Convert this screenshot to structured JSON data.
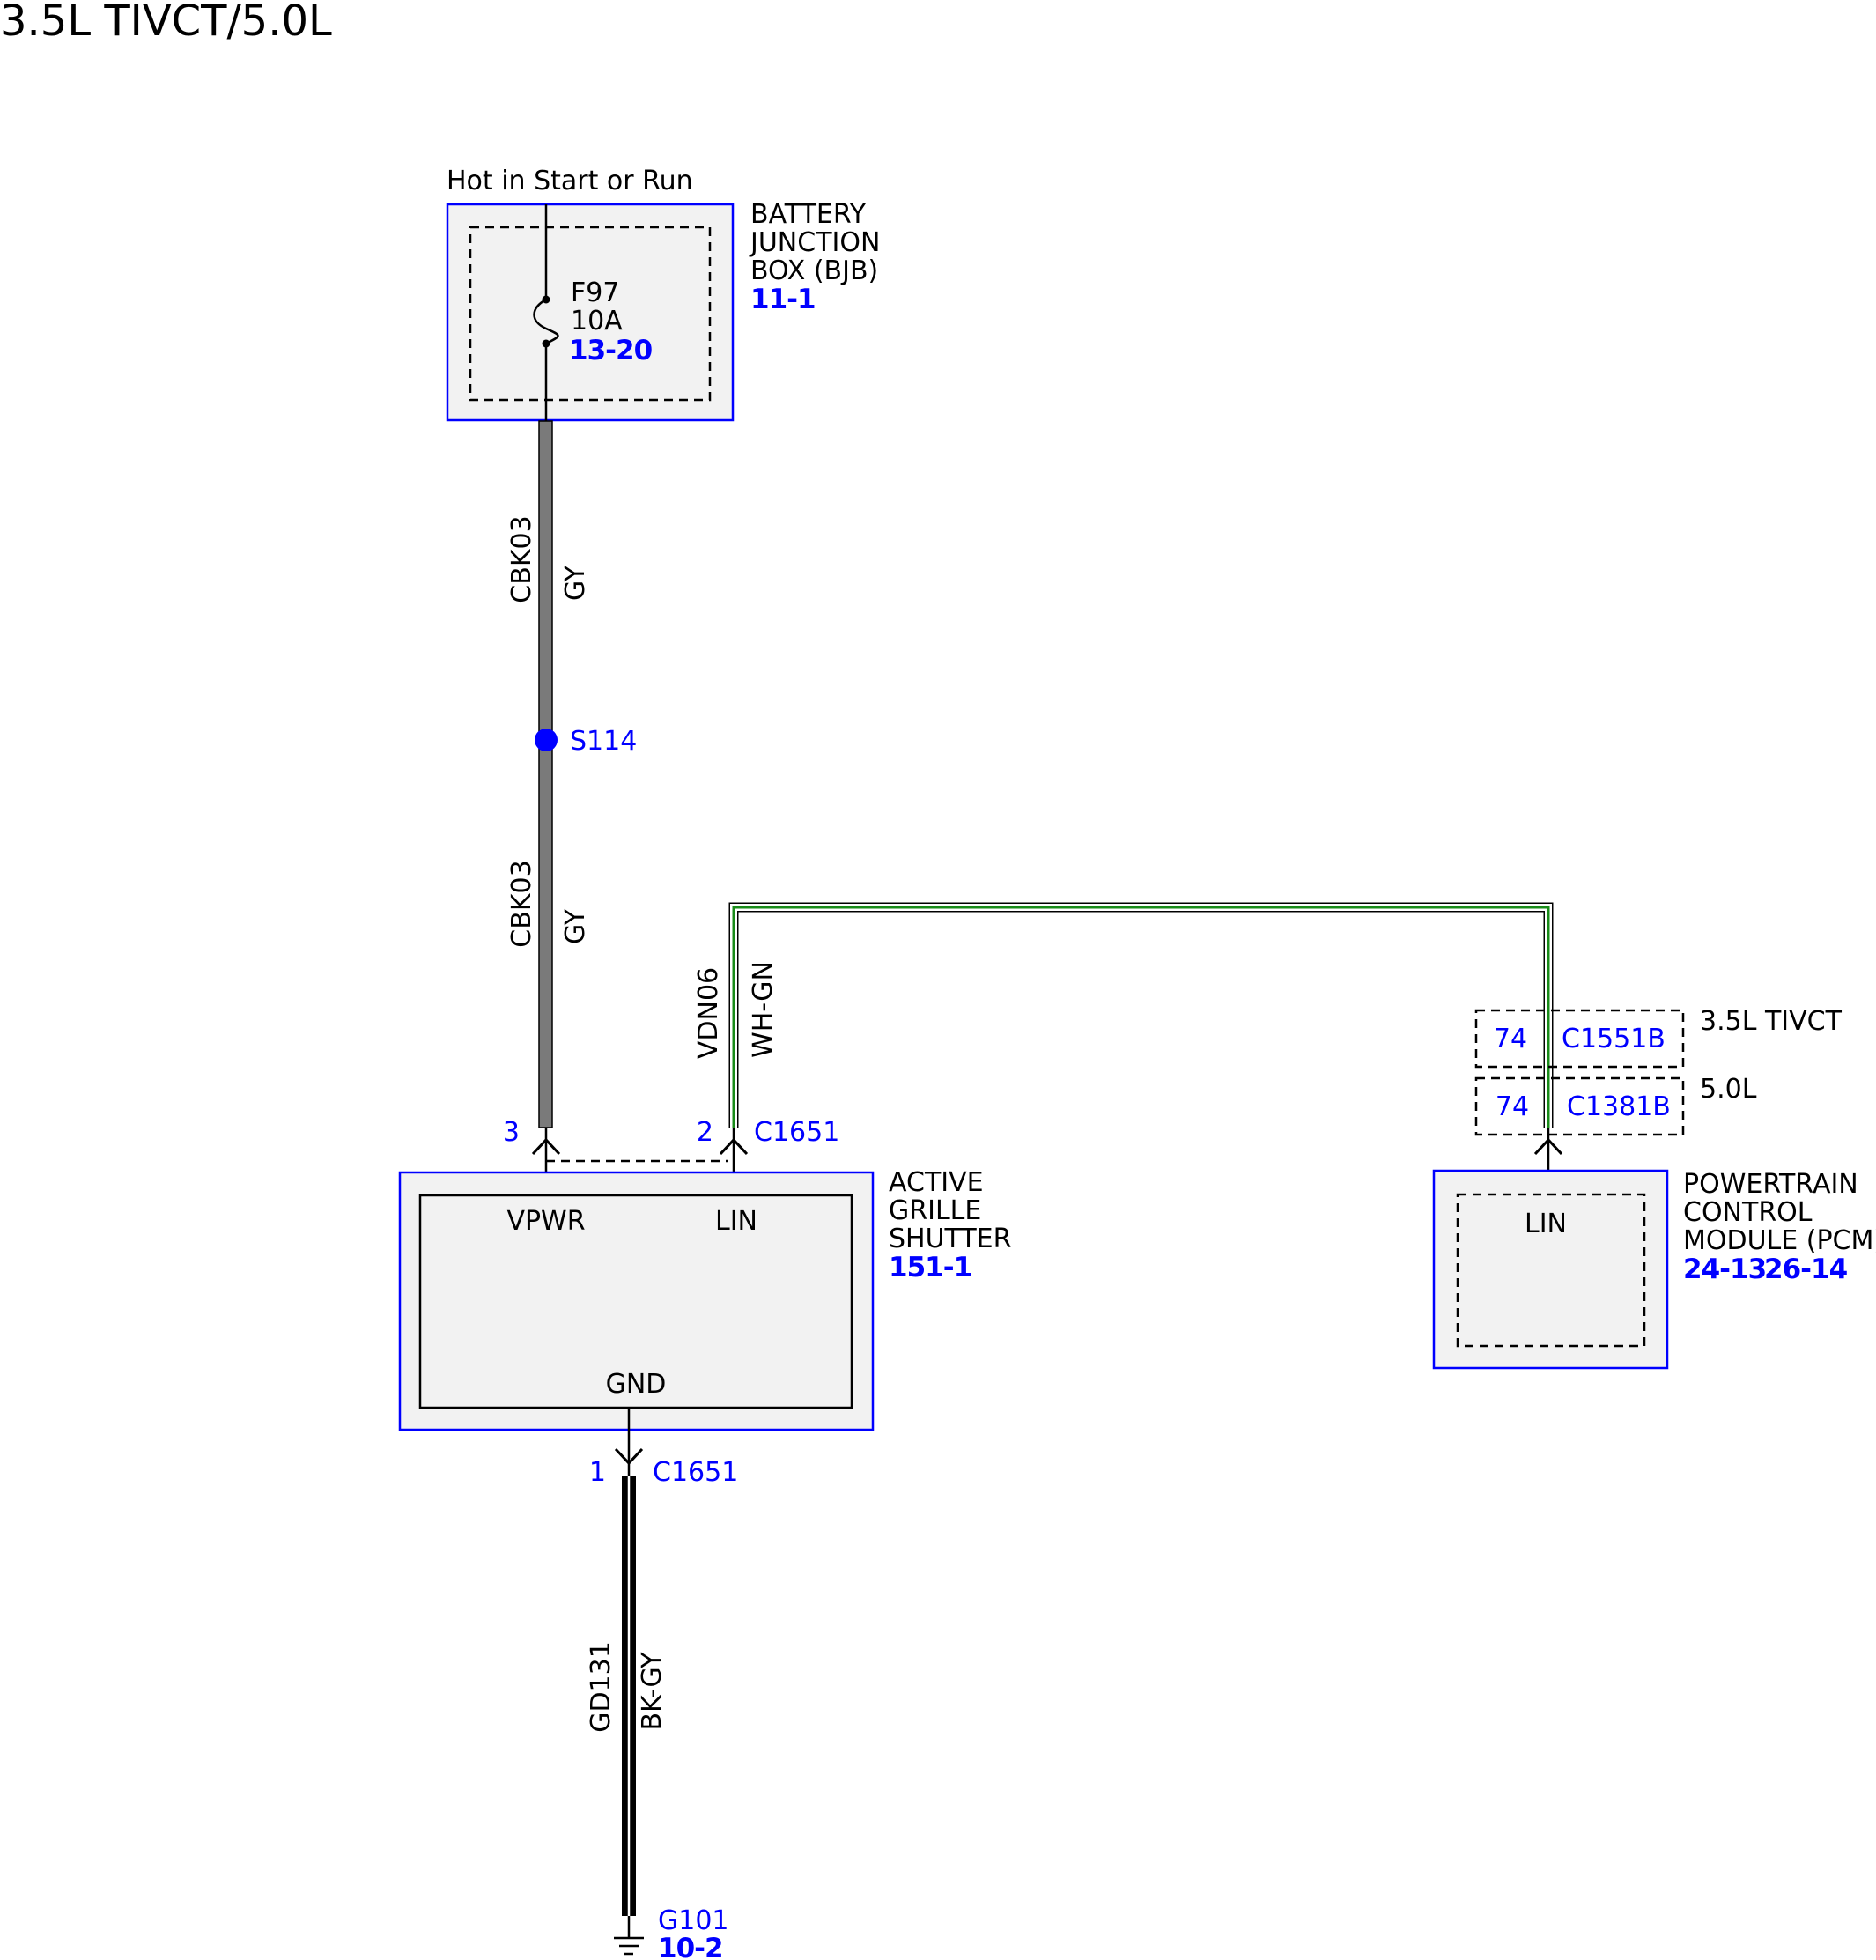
{
  "page": {
    "title": "3.5L TIVCT/5.0L"
  },
  "colors": {
    "accent": "#0000ff",
    "module_fill": "#f2f2f2",
    "wire_gy": "#7a7a7a",
    "wire_green": "#1a8c1a",
    "wire_white": "#ffffff",
    "wire_black": "#000000"
  },
  "power_source": {
    "label": "Hot in Start or Run"
  },
  "bjb": {
    "name_line1": "BATTERY",
    "name_line2": "JUNCTION",
    "name_line3": "BOX (BJB)",
    "ref": "11-1",
    "fuse": {
      "id": "F97",
      "rating": "10A",
      "ref": "13-20",
      "icon": "fuse-icon"
    }
  },
  "wires": {
    "upper": {
      "circuit": "CBK03",
      "color": "GY"
    },
    "lower": {
      "circuit": "CBK03",
      "color": "GY"
    },
    "lin": {
      "circuit": "VDN06",
      "color": "WH-GN"
    },
    "ground": {
      "circuit": "GD131",
      "color": "BK-GY"
    }
  },
  "splice": {
    "id": "S114"
  },
  "ags_connector": {
    "pin_vpwr": "3",
    "pin_lin": "2",
    "connector": "C1651"
  },
  "ags": {
    "name_line1": "ACTIVE",
    "name_line2": "GRILLE",
    "name_line3": "SHUTTER",
    "ref": "151-1",
    "pin_vpwr_label": "VPWR",
    "pin_lin_label": "LIN",
    "pin_gnd_label": "GND"
  },
  "ground_connector": {
    "pin": "1",
    "connector": "C1651"
  },
  "ground": {
    "id": "G101",
    "ref": "10-2",
    "icon": "ground-icon"
  },
  "pcm_connectors": [
    {
      "pin": "74",
      "connector": "C1551B",
      "variant": "3.5L TIVCT"
    },
    {
      "pin": "74",
      "connector": "C1381B",
      "variant": "5.0L"
    }
  ],
  "pcm": {
    "name_line1": "POWERTRAIN",
    "name_line2": "CONTROL",
    "name_line3": "MODULE (PCM)",
    "ref1": "24-13",
    "ref2": "26-14",
    "pin_lin_label": "LIN"
  }
}
